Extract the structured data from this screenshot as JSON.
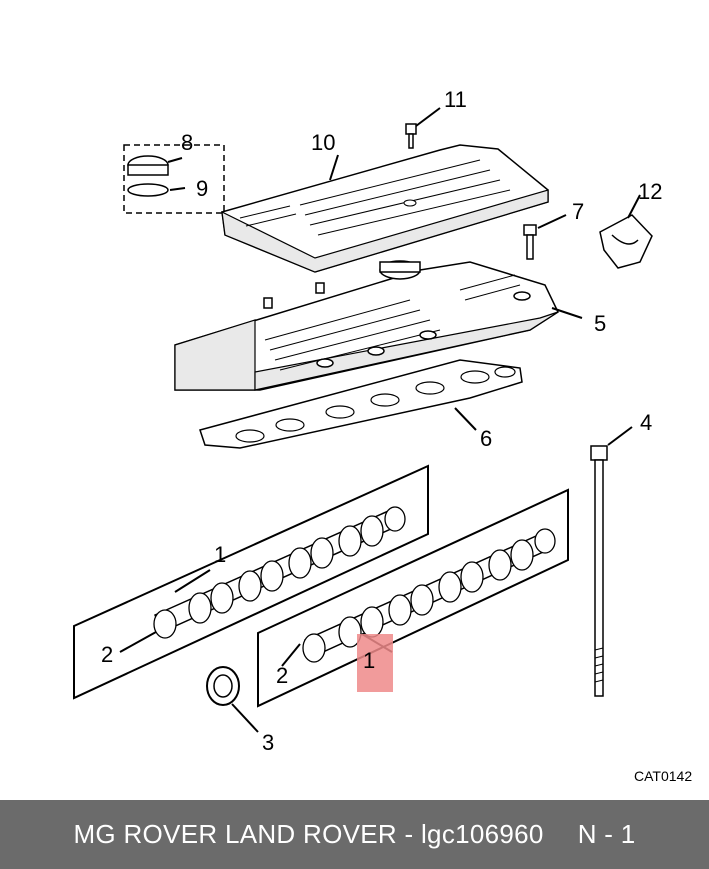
{
  "diagram": {
    "reference_code": "CAT0142",
    "callouts": [
      "1",
      "1",
      "2",
      "2",
      "3",
      "4",
      "5",
      "6",
      "7",
      "8",
      "9",
      "10",
      "11",
      "12"
    ],
    "highlight_color": "#ee8a8a"
  },
  "footer": {
    "brand": "MG ROVER LAND ROVER - lgc106960",
    "code": "N - 1",
    "background": "#6b6b6b"
  }
}
